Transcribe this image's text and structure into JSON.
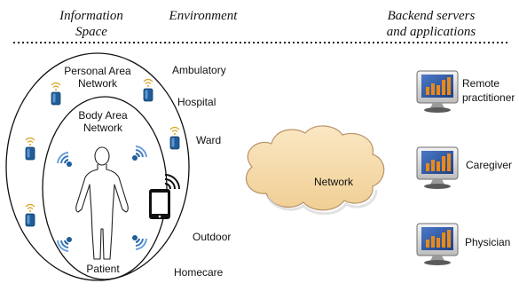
{
  "headers": {
    "information_space_line1": "Information",
    "information_space_line2": "Space",
    "environment": "Environment",
    "backend_line1": "Backend servers",
    "backend_line2": "and applications"
  },
  "zones": {
    "personal_area_line1": "Personal Area",
    "personal_area_line2": "Network",
    "body_area_line1": "Body Area",
    "body_area_line2": "Network",
    "patient": "Patient"
  },
  "environments": [
    "Ambulatory",
    "Hospital",
    "Ward",
    "Outdoor",
    "Homecare"
  ],
  "network": {
    "label": "Network"
  },
  "servers": [
    {
      "label_line1": "Remote",
      "label_line2": "practitioner"
    },
    {
      "label_line1": "Caregiver",
      "label_line2": ""
    },
    {
      "label_line1": "Physician",
      "label_line2": ""
    }
  ],
  "icons": {
    "sensor": "wireless-sensor-icon",
    "signal": "wifi-signal-icon",
    "phone": "smartphone-icon",
    "body": "human-body-outline-icon",
    "cloud": "cloud-icon",
    "monitor": "monitor-bar-chart-icon"
  },
  "colors": {
    "sensor_blue": "#1f5d9a",
    "screen_blue": "#2d57a6",
    "bar_orange": "#e8891b",
    "cloud_fill": "#f5d9a6",
    "cloud_stroke": "#b7936a"
  }
}
